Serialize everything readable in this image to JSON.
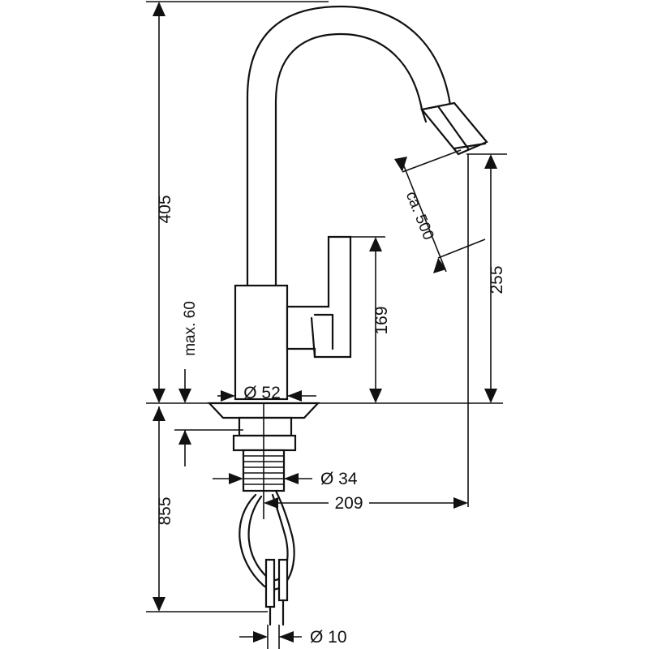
{
  "dimensions": {
    "overall_height_above_deck": "405",
    "max_deck_thickness": "max. 60",
    "spout_outlet_height": "255",
    "lever_height": "169",
    "pull_out_length": "ca. 500",
    "base_diameter": "Ø 52",
    "shank_diameter": "Ø 34",
    "spout_reach": "209",
    "hose_length_below_deck": "855",
    "hose_diameter": "Ø 10"
  }
}
